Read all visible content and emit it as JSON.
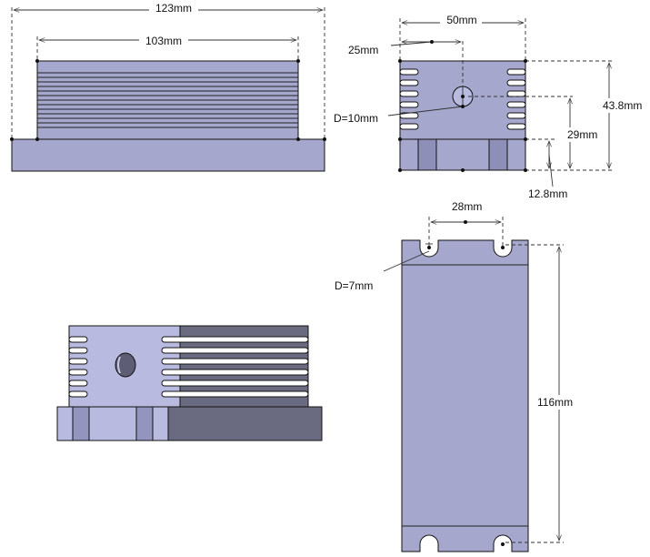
{
  "drawing": {
    "front_view": {
      "dim_total_width": "123mm",
      "dim_heatsink_width": "103mm"
    },
    "side_view": {
      "dim_width": "50mm",
      "dim_hole_offset": "25mm",
      "dim_hole_diameter": "D=10mm",
      "dim_total_height": "43.8mm",
      "dim_hole_height": "29mm",
      "dim_base_height": "12.8mm"
    },
    "top_view": {
      "dim_hole_spacing": "28mm",
      "dim_mount_hole_diameter": "D=7mm",
      "dim_length": "116mm"
    }
  },
  "colors": {
    "body": "#a6a7cc",
    "body_light": "#b9badf",
    "body_dark": "#6a6a80"
  }
}
